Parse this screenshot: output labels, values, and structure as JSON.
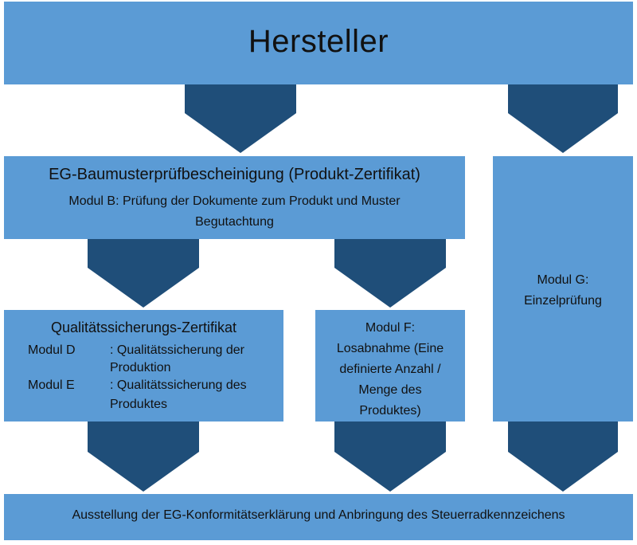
{
  "boxes": {
    "hersteller": "Hersteller",
    "eg": {
      "title": "EG-Baumusterprüfbescheinigung (Produkt-Zertifikat)",
      "line1": "Modul B: Prüfung der Dokumente zum Produkt und Muster",
      "line2": "Begutachtung"
    },
    "modul_g": {
      "line1": "Modul G:",
      "line2": "Einzelprüfung"
    },
    "qs": {
      "title": "Qualitätssicherungs-Zertifikat",
      "d_label": "Modul D",
      "d_line1": ": Qualitätssicherung der",
      "d_line2": "Produktion",
      "e_label": "Modul E",
      "e_line1": ": Qualitätssicherung des",
      "e_line2": "Produktes"
    },
    "modul_f": {
      "line1": "Modul F:",
      "line2": "Losabnahme (Eine",
      "line3": "definierte Anzahl /",
      "line4": "Menge des",
      "line5": "Produktes)"
    },
    "bottom": "Ausstellung der EG-Konformitätserklärung und Anbringung des Steuerradkennzeichens"
  },
  "colors": {
    "box": "#5b9bd5",
    "arrow": "#1f4e79"
  }
}
